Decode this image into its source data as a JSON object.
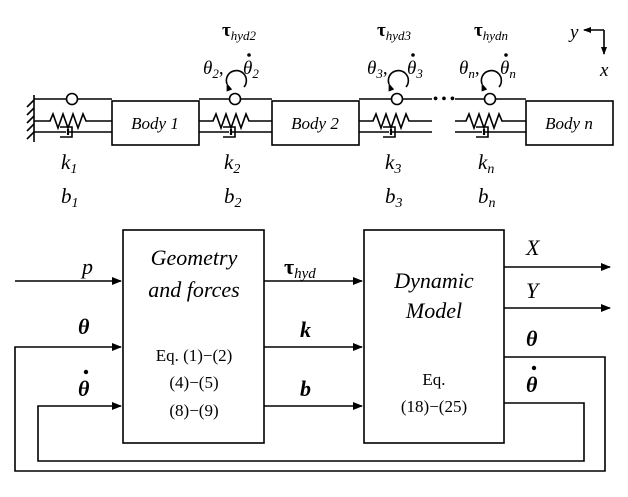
{
  "mechanical": {
    "bodies": [
      "Body 1",
      "Body 2",
      "Body n"
    ],
    "ellipsis": "• • •",
    "joints": [
      {
        "torque_sym": "τ",
        "torque_sub": "hyd2",
        "angle": "θ",
        "idx": "2"
      },
      {
        "torque_sym": "τ",
        "torque_sub": "hyd3",
        "angle": "θ",
        "idx": "3"
      },
      {
        "torque_sym": "τ",
        "torque_sub": "hydn",
        "angle": "θ",
        "idx": "n"
      }
    ],
    "springs": [
      {
        "k_sym": "k",
        "k_idx": "1",
        "b_sym": "b",
        "b_idx": "1"
      },
      {
        "k_sym": "k",
        "k_idx": "2",
        "b_sym": "b",
        "b_idx": "2"
      },
      {
        "k_sym": "k",
        "k_idx": "3",
        "b_sym": "b",
        "b_idx": "3"
      },
      {
        "k_sym": "k",
        "k_idx": "n",
        "b_sym": "b",
        "b_idx": "n"
      }
    ],
    "axes": {
      "y": "y",
      "x": "x"
    }
  },
  "block_diagram": {
    "geometry_block": {
      "title_line1": "Geometry",
      "title_line2": "and forces",
      "eq_line1": "Eq. (1)−(2)",
      "eq_line2": "(4)−(5)",
      "eq_line3": "(8)−(9)"
    },
    "dynamic_block": {
      "title_line1": "Dynamic",
      "title_line2": "Model",
      "eq_line1": "Eq.",
      "eq_line2": "(18)−(25)"
    },
    "signals": {
      "p": "p",
      "theta": "θ",
      "theta_dot": "θ",
      "tau_sym": "τ",
      "tau_sub": "hyd",
      "k": "k",
      "b": "b",
      "X": "X",
      "Y": "Y"
    }
  }
}
